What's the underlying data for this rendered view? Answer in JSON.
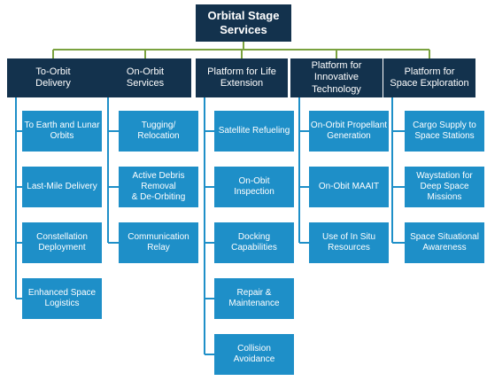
{
  "root": {
    "label": "Orbital Stage\nServices"
  },
  "categories": [
    {
      "label": "To-Orbit\nDelivery",
      "items": [
        "To Earth and Lunar\nOrbits",
        "Last-Mile Delivery",
        "Constellation\nDeployment",
        "Enhanced Space\nLogistics"
      ]
    },
    {
      "label": "On-Orbit\nServices",
      "items": [
        "Tugging/\nRelocation",
        "Active Debris\nRemoval\n& De-Orbiting",
        "Communication\nRelay"
      ]
    },
    {
      "label": "Platform for Life\nExtension",
      "items": [
        "Satellite Refueling",
        "On-Obit\nInspection",
        "Docking Capabilities",
        "Repair &\nMaintenance",
        "Collision\nAvoidance"
      ]
    },
    {
      "label": "Platform for\nInnovative\nTechnology",
      "items": [
        "On-Orbit Propellant\nGeneration",
        "On-Obit MAAIT",
        "Use of In Situ\nResources"
      ]
    },
    {
      "label": "Platform for\nSpace Exploration",
      "items": [
        "Cargo Supply to\nSpace Stations",
        "Waystation for\nDeep Space\nMissions",
        "Space Situational\nAwareness"
      ]
    }
  ],
  "colors": {
    "dark": "#13324d",
    "leaf": "#1e8fc8",
    "connector_green": "#7aa23f",
    "connector_blue": "#1e8fc8"
  }
}
